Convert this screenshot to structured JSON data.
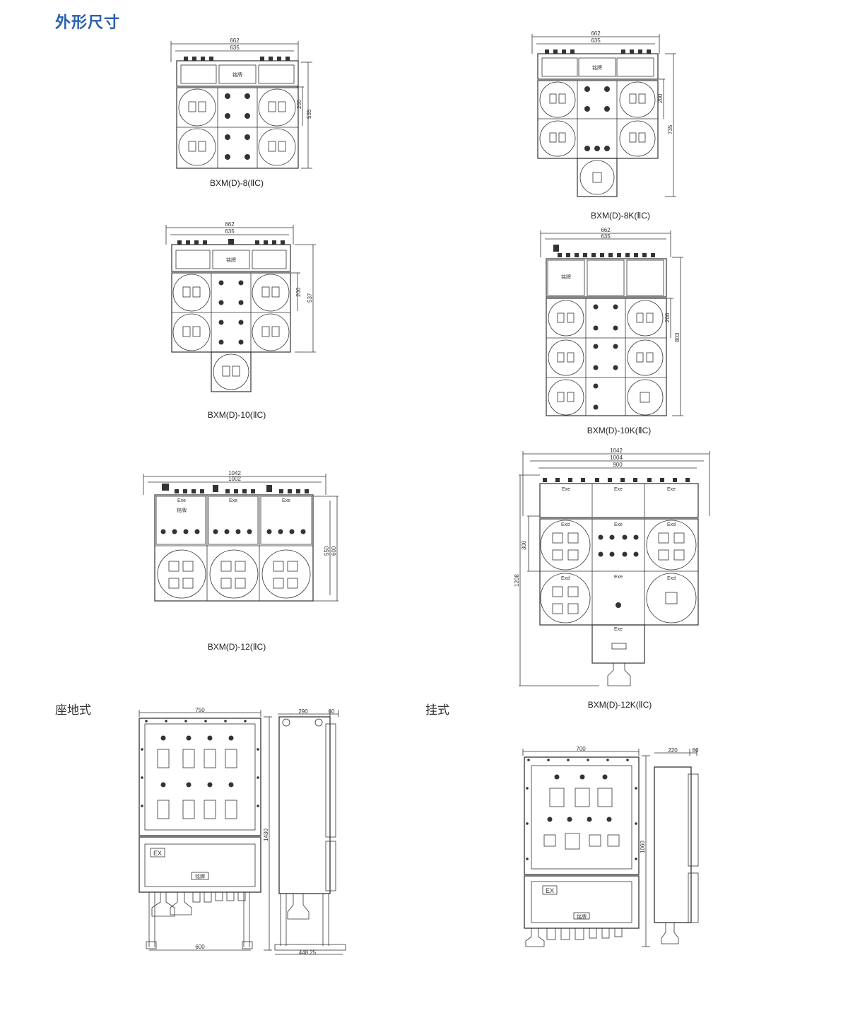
{
  "page_title": "外形尺寸",
  "sections": {
    "floor": "座地式",
    "wall": "挂式"
  },
  "label_exe": "Exe",
  "label_exd": "Exd",
  "label_plate": "铭牌",
  "label_ex": "EX",
  "drawings": [
    {
      "id": "bxmd-8",
      "caption": "BXM(D)-8(ⅡC)",
      "dims": {
        "w1": "662",
        "w2": "635",
        "h1": "200",
        "h2": "535"
      }
    },
    {
      "id": "bxmd-8k",
      "caption": "BXM(D)-8K(ⅡC)",
      "dims": {
        "w1": "662",
        "w2": "635",
        "h1": "200",
        "h2": "735"
      }
    },
    {
      "id": "bxmd-10",
      "caption": "BXM(D)-10(ⅡC)",
      "dims": {
        "w1": "662",
        "w2": "635",
        "h1": "200",
        "h2": "537"
      }
    },
    {
      "id": "bxmd-10k",
      "caption": "BXM(D)-10K(ⅡC)",
      "dims": {
        "w1": "662",
        "w2": "635",
        "h1": "200",
        "h2": "803"
      }
    },
    {
      "id": "bxmd-12",
      "caption": "BXM(D)-12(ⅡC)",
      "dims": {
        "w1": "1042",
        "w2": "1002",
        "h1": "550",
        "h2": "600"
      }
    },
    {
      "id": "bxmd-12k",
      "caption": "BXM(D)-12K(ⅡC)",
      "dims": {
        "w1": "1042",
        "w2": "1004",
        "w3": "900",
        "h1": "300",
        "h2": "1208"
      }
    },
    {
      "id": "floor-type",
      "dims": {
        "w": "750",
        "h": "1430",
        "base": "600",
        "side_w": "290",
        "side_d": "60",
        "foot": "448.25"
      }
    },
    {
      "id": "wall-type",
      "dims": {
        "w": "700",
        "h": "1060",
        "side_w": "220",
        "side_d": "60"
      }
    }
  ]
}
